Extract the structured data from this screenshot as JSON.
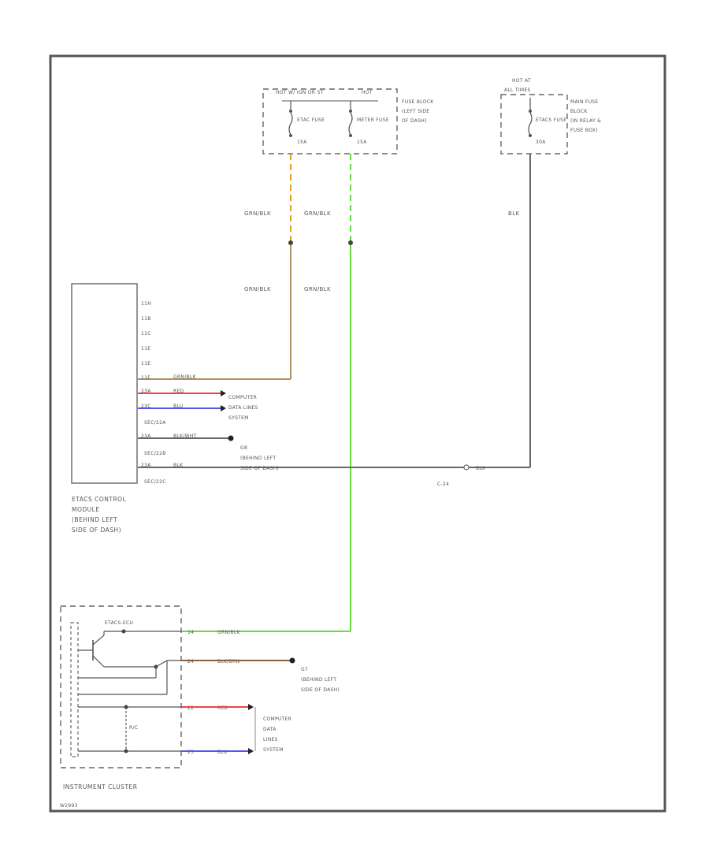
{
  "fuse_block_left": {
    "header": "HOT W/ IGN OR ST",
    "header_right": "HOT",
    "fuses": [
      {
        "name": "ETAC FUSE",
        "rating": "15A"
      },
      {
        "name": "METER FUSE",
        "rating": "15A"
      }
    ],
    "location": [
      "FUSE BLOCK",
      "(LEFT SIDE",
      "OF DASH)"
    ]
  },
  "fuse_block_right": {
    "header": [
      "HOT AT",
      "ALL TIMES"
    ],
    "fuse": {
      "name": "ETACS FUSE",
      "rating": "30A"
    },
    "location": [
      "MAIN FUSE",
      "BLOCK",
      "(IN RELAY &",
      "FUSE BOX)"
    ]
  },
  "wires": {
    "grn_blk_upper": "GRN/BLK",
    "grn_blk_upper_2": "GRN/BLK",
    "blk_upper": "BLK",
    "grn_blk_lower": "GRN/BLK",
    "grn_blk_lower_2": "GRN/BLK"
  },
  "etacs_module": {
    "pins_unused": [
      "11H",
      "11B",
      "11C",
      "11E",
      "11E"
    ],
    "rows": [
      {
        "pin": "11F",
        "color": "GRN/BLK"
      },
      {
        "pin": "23A",
        "color": "RED"
      },
      {
        "pin": "23C",
        "color": "BLU"
      },
      {
        "pin": "23A",
        "color": "BLK/WHT"
      },
      {
        "pin": "23A",
        "color": "BLK"
      }
    ],
    "connector_labels": [
      "SEC/22A",
      "SEC/22B",
      "SEC/22C"
    ],
    "name": [
      "ETACS CONTROL",
      "MODULE",
      "(BEHIND LEFT",
      "SIDE OF DASH)"
    ]
  },
  "computer_data_lines_upper": [
    "COMPUTER",
    "DATA LINES",
    "SYSTEM"
  ],
  "ground_g8": [
    "G8",
    "(BEHIND LEFT",
    "SIDE OF DASH)"
  ],
  "ground_c24": "C-24",
  "blk_right": "BLK",
  "instrument_cluster": {
    "driver_label": "ETACS-ECU",
    "rows": [
      {
        "pin": "14",
        "color": "GRN/BLK"
      },
      {
        "pin": "24",
        "color": "BLK/BRN"
      },
      {
        "pin": "22",
        "color": "RED"
      },
      {
        "pin": "23",
        "color": "BLU"
      }
    ],
    "resistor_label": "R/C",
    "name": "INSTRUMENT CLUSTER"
  },
  "ground_g7": [
    "G7",
    "(BEHIND LEFT",
    "SIDE OF DASH)"
  ],
  "computer_data_lines_lower": [
    "COMPUTER",
    "DATA",
    "LINES",
    "SYSTEM"
  ],
  "footer_code": "W2993",
  "colors": {
    "frame": "#555555",
    "wire_gray": "#666666",
    "wire_orange": "#e0a020",
    "wire_green": "#66dd44",
    "wire_tan": "#b09060",
    "wire_red": "#ee4444",
    "wire_blue": "#5555ee",
    "wire_brown": "#8a6040"
  }
}
